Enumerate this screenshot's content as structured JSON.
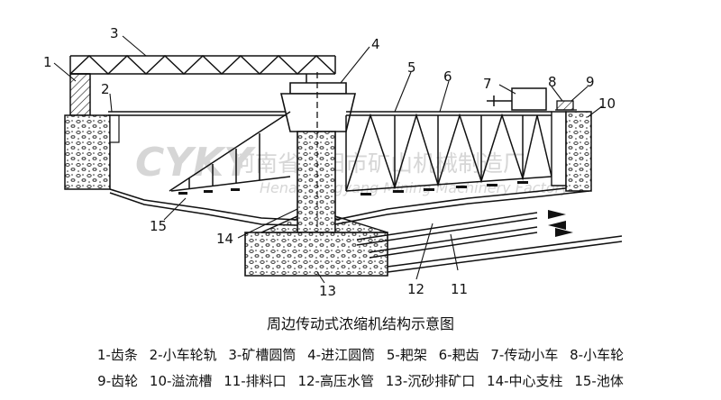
{
  "callouts": [
    "1",
    "2",
    "3",
    "4",
    "5",
    "6",
    "7",
    "8",
    "9",
    "10",
    "11",
    "12",
    "13",
    "14",
    "15"
  ],
  "watermark": {
    "logo": "CYKY",
    "cn": "河南省荥阳市矿山机械制造厂",
    "en": "Henan Xingyang Mining Machinery Factory"
  },
  "caption": "周边传动式浓缩机结构示意图",
  "legend_row1": [
    "1-齿条",
    "2-小车轮轨",
    "3-矿槽圆筒",
    "4-进江圆筒",
    "5-耙架",
    "6-耙齿",
    "7-传动小车",
    "8-小车轮"
  ],
  "legend_row2": [
    "9-齿轮",
    "10-溢流槽",
    "11-排料口",
    "12-高压水管",
    "13-沉砂排矿口",
    "14-中心支柱",
    "15-池体"
  ]
}
